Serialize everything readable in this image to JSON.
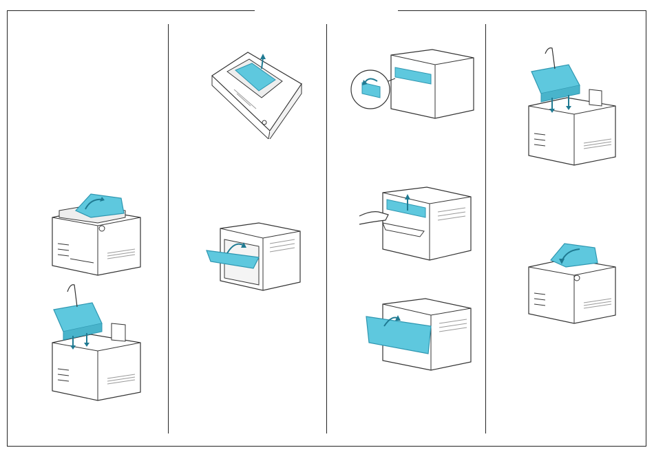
{
  "colors": {
    "line": "#333333",
    "paper": "#ffffff",
    "accent": "#5ec8de",
    "accent_dark": "#2e96b0",
    "gray": "#9a9a9a"
  },
  "illustrations": [
    {
      "id": "open-top-cover",
      "icon": "printer-open-cover-icon"
    },
    {
      "id": "insert-cartridge",
      "icon": "printer-insert-cartridge-icon"
    },
    {
      "id": "pull-jammed-paper-inside",
      "icon": "printer-paper-path-icon"
    },
    {
      "id": "open-rear-cover",
      "icon": "printer-rear-cover-open-icon"
    },
    {
      "id": "release-fuser-levers",
      "icon": "printer-fuser-lever-icon"
    },
    {
      "id": "remove-rear-paper",
      "icon": "printer-rear-paper-remove-icon"
    },
    {
      "id": "close-rear-cover",
      "icon": "printer-rear-cover-close-icon"
    },
    {
      "id": "reinsert-cartridge",
      "icon": "printer-reinsert-cartridge-icon"
    },
    {
      "id": "close-top-cover",
      "icon": "printer-close-cover-icon"
    }
  ]
}
